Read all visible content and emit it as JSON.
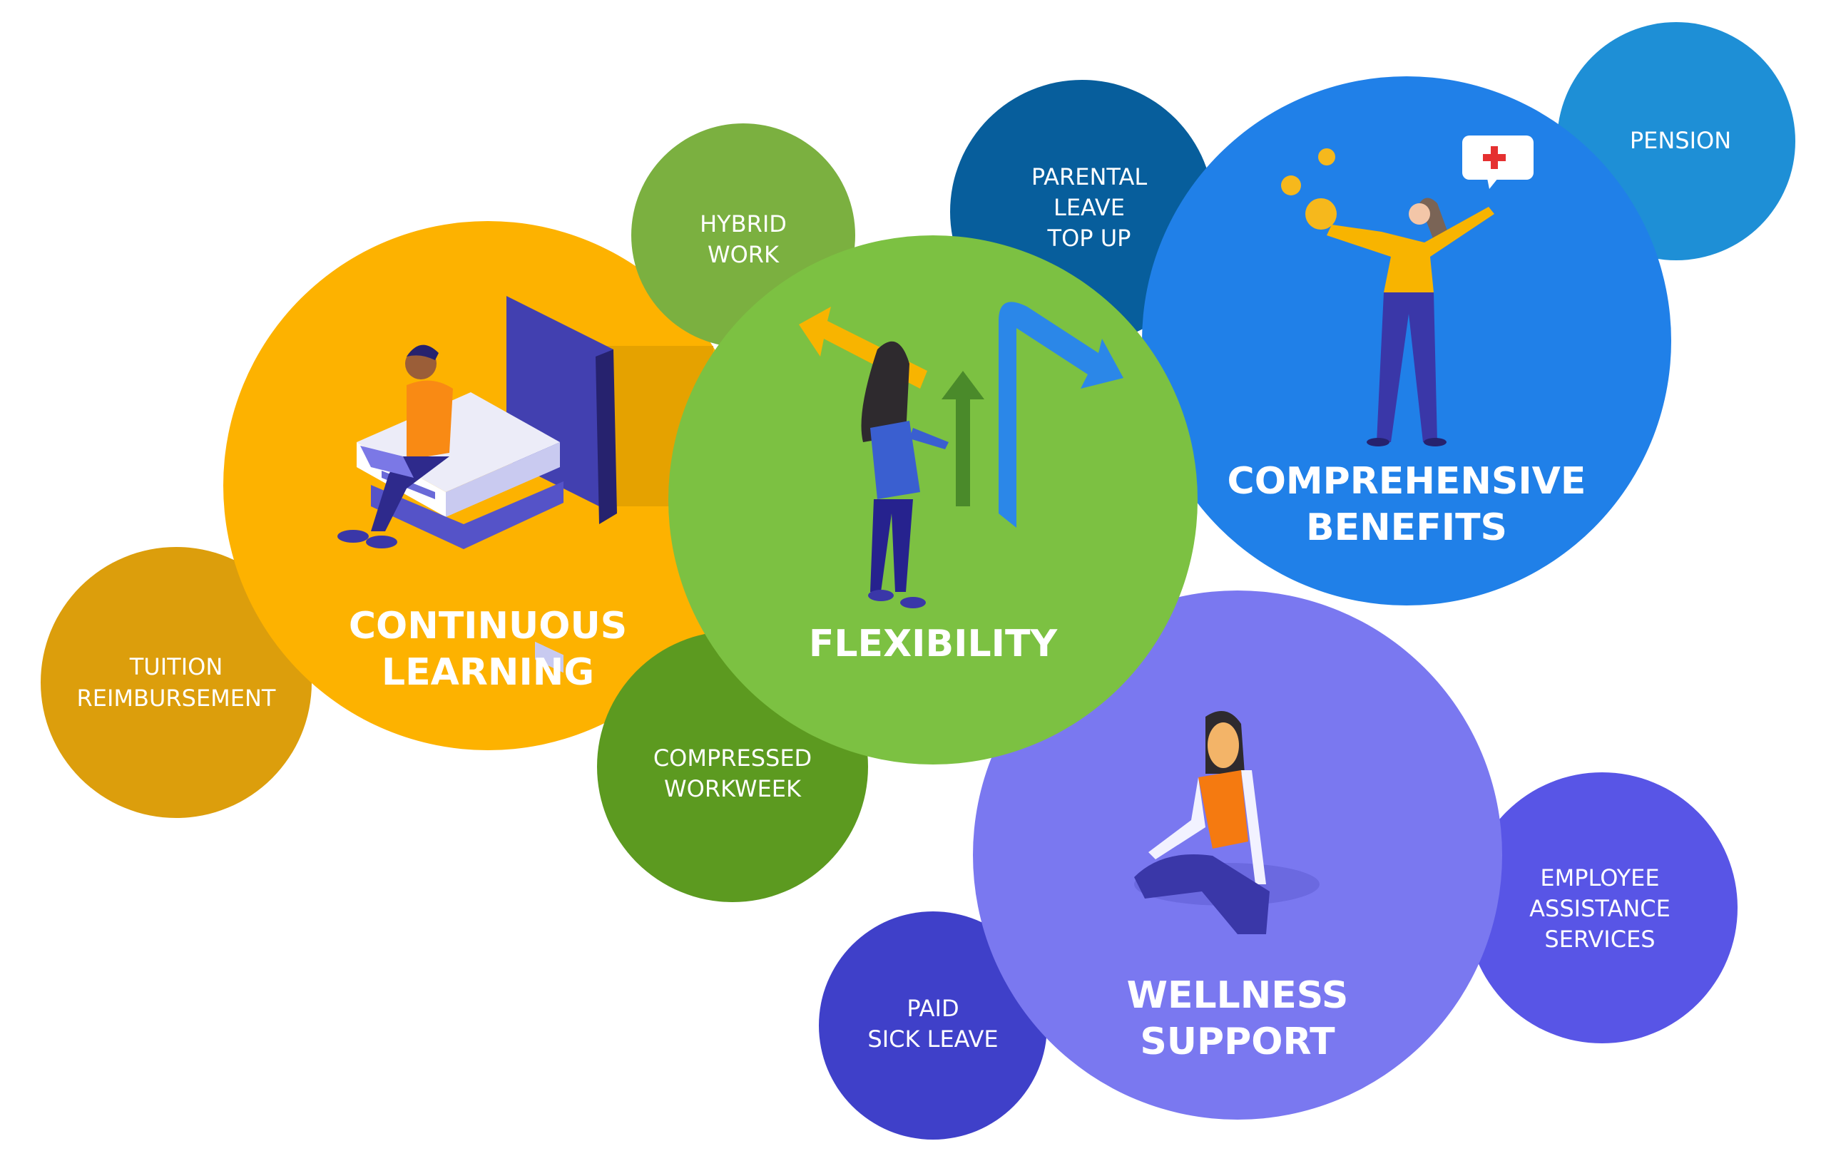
{
  "title_bubbles": {
    "continuous_learning": {
      "lines": [
        "CONTINUOUS",
        "LEARNING"
      ],
      "color": "#FDB200"
    },
    "flexibility": {
      "lines": [
        "FLEXIBILITY"
      ],
      "color": "#7CC142"
    },
    "comprehensive_benefits": {
      "lines": [
        "COMPREHENSIVE",
        "BENEFITS"
      ],
      "color": "#2080E8"
    },
    "wellness_support": {
      "lines": [
        "WELLNESS",
        "SUPPORT"
      ],
      "color": "#7A78F0"
    }
  },
  "sub_bubbles": {
    "tuition": {
      "lines": [
        "TUITION",
        "REIMBURSEMENT"
      ],
      "color": "#DC9E0C"
    },
    "hybrid": {
      "lines": [
        "HYBRID",
        "WORK"
      ],
      "color": "#7BB040"
    },
    "compressed": {
      "lines": [
        "COMPRESSED",
        "WORKWEEK"
      ],
      "color": "#5C9A20"
    },
    "parental": {
      "lines": [
        "PARENTAL",
        "LEAVE",
        "TOP UP"
      ],
      "color": "#075E9C"
    },
    "pension": {
      "lines": [
        "PENSION"
      ],
      "color": "#1E8FD6"
    },
    "paid_sick": {
      "lines": [
        "PAID",
        "SICK LEAVE"
      ],
      "color": "#3F40C9"
    },
    "employee_assistance": {
      "lines": [
        "EMPLOYEE",
        "ASSISTANCE",
        "SERVICES"
      ],
      "color": "#5855E6"
    }
  }
}
